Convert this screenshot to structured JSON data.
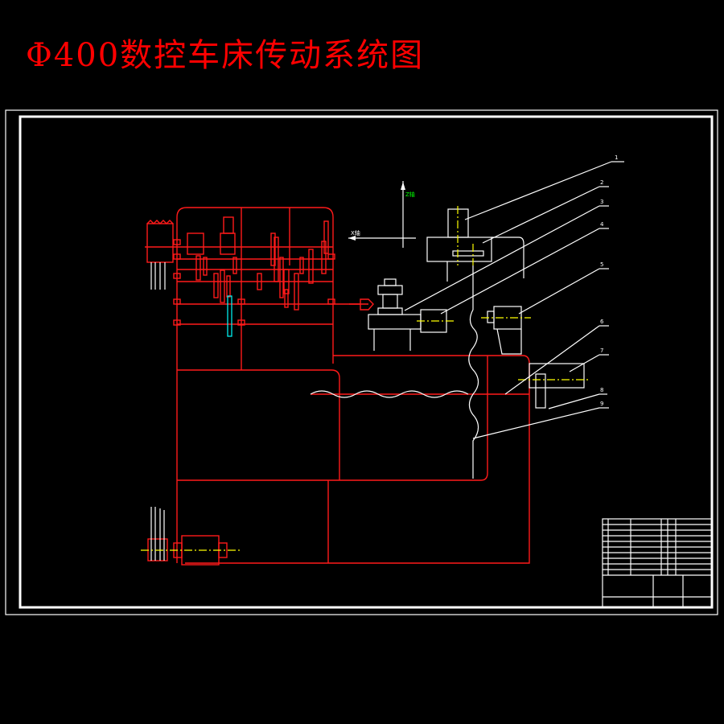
{
  "drawing": {
    "title": "Φ400数控车床传动系统图",
    "colors": {
      "background": "#000000",
      "title": "#ff0000",
      "headstock": "#ff1a1a",
      "components": "#ffffff",
      "centerlines": "#ffff00",
      "highlight_gear": "#00ffff",
      "axis_label": "#00ff00"
    },
    "axes": {
      "z_label": "Z轴",
      "x_label": "X轴"
    },
    "leader_labels": [
      "1",
      "2",
      "3",
      "4",
      "5",
      "6",
      "7",
      "8",
      "9"
    ]
  }
}
